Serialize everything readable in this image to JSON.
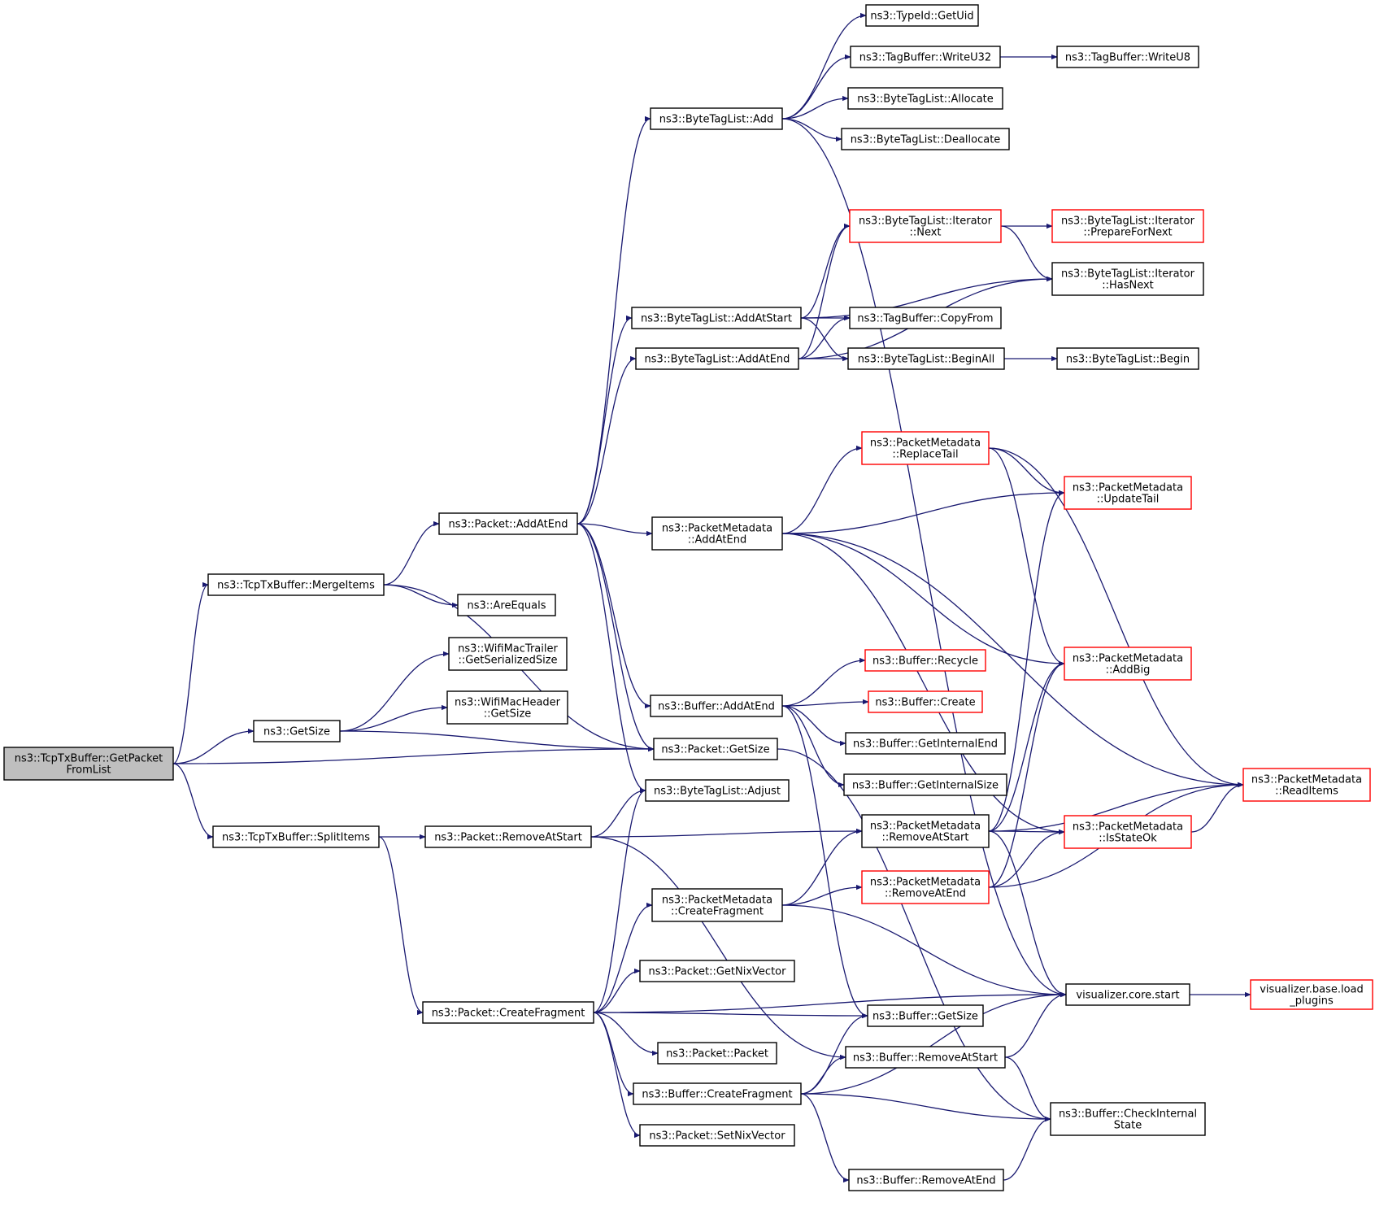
{
  "colors": {
    "edge": "#191970",
    "normal_border": "#000000",
    "truncated_border": "#ff0000",
    "root_fill": "#bfbfbf"
  },
  "nodes": [
    {
      "id": "root",
      "lines": [
        "ns3::TcpTxBuffer::GetPacket",
        "FromList"
      ],
      "style": "root"
    },
    {
      "id": "merge",
      "lines": [
        "ns3::TcpTxBuffer::MergeItems"
      ],
      "style": "normal"
    },
    {
      "id": "getsize",
      "lines": [
        "ns3::GetSize"
      ],
      "style": "normal"
    },
    {
      "id": "split",
      "lines": [
        "ns3::TcpTxBuffer::SplitItems"
      ],
      "style": "normal"
    },
    {
      "id": "pkt_addatend",
      "lines": [
        "ns3::Packet::AddAtEnd"
      ],
      "style": "normal"
    },
    {
      "id": "areequals",
      "lines": [
        "ns3::AreEquals"
      ],
      "style": "normal"
    },
    {
      "id": "trailer",
      "lines": [
        "ns3::WifiMacTrailer",
        "::GetSerializedSize"
      ],
      "style": "normal"
    },
    {
      "id": "header",
      "lines": [
        "ns3::WifiMacHeader",
        "::GetSize"
      ],
      "style": "normal"
    },
    {
      "id": "pkt_removeatstart",
      "lines": [
        "ns3::Packet::RemoveAtStart"
      ],
      "style": "normal"
    },
    {
      "id": "pkt_createfrag",
      "lines": [
        "ns3::Packet::CreateFragment"
      ],
      "style": "normal"
    },
    {
      "id": "btl_add",
      "lines": [
        "ns3::ByteTagList::Add"
      ],
      "style": "normal"
    },
    {
      "id": "btl_addatstart",
      "lines": [
        "ns3::ByteTagList::AddAtStart"
      ],
      "style": "normal"
    },
    {
      "id": "btl_addatend",
      "lines": [
        "ns3::ByteTagList::AddAtEnd"
      ],
      "style": "normal"
    },
    {
      "id": "pm_addatend",
      "lines": [
        "ns3::PacketMetadata",
        "::AddAtEnd"
      ],
      "style": "normal"
    },
    {
      "id": "buf_addatend",
      "lines": [
        "ns3::Buffer::AddAtEnd"
      ],
      "style": "normal"
    },
    {
      "id": "pkt_getsize",
      "lines": [
        "ns3::Packet::GetSize"
      ],
      "style": "normal"
    },
    {
      "id": "btl_adjust",
      "lines": [
        "ns3::ByteTagList::Adjust"
      ],
      "style": "normal"
    },
    {
      "id": "pm_createfrag",
      "lines": [
        "ns3::PacketMetadata",
        "::CreateFragment"
      ],
      "style": "normal"
    },
    {
      "id": "pkt_getnix",
      "lines": [
        "ns3::Packet::GetNixVector"
      ],
      "style": "normal"
    },
    {
      "id": "pkt_packet",
      "lines": [
        "ns3::Packet::Packet"
      ],
      "style": "normal"
    },
    {
      "id": "buf_createfrag",
      "lines": [
        "ns3::Buffer::CreateFragment"
      ],
      "style": "normal"
    },
    {
      "id": "pkt_setnix",
      "lines": [
        "ns3::Packet::SetNixVector"
      ],
      "style": "normal"
    },
    {
      "id": "typeid",
      "lines": [
        "ns3::TypeId::GetUid"
      ],
      "style": "normal"
    },
    {
      "id": "tb_write32",
      "lines": [
        "ns3::TagBuffer::WriteU32"
      ],
      "style": "normal"
    },
    {
      "id": "btl_allocate",
      "lines": [
        "ns3::ByteTagList::Allocate"
      ],
      "style": "normal"
    },
    {
      "id": "btl_deallocate",
      "lines": [
        "ns3::ByteTagList::Deallocate"
      ],
      "style": "normal"
    },
    {
      "id": "iter_next",
      "lines": [
        "ns3::ByteTagList::Iterator",
        "::Next"
      ],
      "style": "red"
    },
    {
      "id": "tb_copyfrom",
      "lines": [
        "ns3::TagBuffer::CopyFrom"
      ],
      "style": "normal"
    },
    {
      "id": "btl_beginall",
      "lines": [
        "ns3::ByteTagList::BeginAll"
      ],
      "style": "normal"
    },
    {
      "id": "pm_replacetail",
      "lines": [
        "ns3::PacketMetadata",
        "::ReplaceTail"
      ],
      "style": "red"
    },
    {
      "id": "buf_recycle",
      "lines": [
        "ns3::Buffer::Recycle"
      ],
      "style": "red"
    },
    {
      "id": "buf_create",
      "lines": [
        "ns3::Buffer::Create"
      ],
      "style": "red"
    },
    {
      "id": "buf_getintend",
      "lines": [
        "ns3::Buffer::GetInternalEnd"
      ],
      "style": "normal"
    },
    {
      "id": "buf_getintsize",
      "lines": [
        "ns3::Buffer::GetInternalSize"
      ],
      "style": "normal"
    },
    {
      "id": "pm_removeatstart",
      "lines": [
        "ns3::PacketMetadata",
        "::RemoveAtStart"
      ],
      "style": "normal"
    },
    {
      "id": "pm_removeatend",
      "lines": [
        "ns3::PacketMetadata",
        "::RemoveAtEnd"
      ],
      "style": "red"
    },
    {
      "id": "buf_getsize",
      "lines": [
        "ns3::Buffer::GetSize"
      ],
      "style": "normal"
    },
    {
      "id": "buf_removeatstart",
      "lines": [
        "ns3::Buffer::RemoveAtStart"
      ],
      "style": "normal"
    },
    {
      "id": "buf_removeatend",
      "lines": [
        "ns3::Buffer::RemoveAtEnd"
      ],
      "style": "normal"
    },
    {
      "id": "tb_write8",
      "lines": [
        "ns3::TagBuffer::WriteU8"
      ],
      "style": "normal"
    },
    {
      "id": "iter_prepare",
      "lines": [
        "ns3::ByteTagList::Iterator",
        "::PrepareForNext"
      ],
      "style": "red"
    },
    {
      "id": "iter_hasnext",
      "lines": [
        "ns3::ByteTagList::Iterator",
        "::HasNext"
      ],
      "style": "normal"
    },
    {
      "id": "btl_begin",
      "lines": [
        "ns3::ByteTagList::Begin"
      ],
      "style": "normal"
    },
    {
      "id": "pm_updatetail",
      "lines": [
        "ns3::PacketMetadata",
        "::UpdateTail"
      ],
      "style": "red"
    },
    {
      "id": "pm_addbig",
      "lines": [
        "ns3::PacketMetadata",
        "::AddBig"
      ],
      "style": "red"
    },
    {
      "id": "pm_isstateok",
      "lines": [
        "ns3::PacketMetadata",
        "::IsStateOk"
      ],
      "style": "red"
    },
    {
      "id": "vis_start",
      "lines": [
        "visualizer.core.start"
      ],
      "style": "normal"
    },
    {
      "id": "buf_checkint",
      "lines": [
        "ns3::Buffer::CheckInternal",
        "State"
      ],
      "style": "normal"
    },
    {
      "id": "pm_readitems",
      "lines": [
        "ns3::PacketMetadata",
        "::ReadItems"
      ],
      "style": "red"
    },
    {
      "id": "vis_load",
      "lines": [
        "visualizer.base.load",
        "_plugins"
      ],
      "style": "red"
    }
  ],
  "edges": [
    [
      "root",
      "merge"
    ],
    [
      "root",
      "getsize"
    ],
    [
      "root",
      "pkt_getsize"
    ],
    [
      "root",
      "split"
    ],
    [
      "merge",
      "pkt_addatend"
    ],
    [
      "merge",
      "areequals"
    ],
    [
      "merge",
      "pkt_getsize"
    ],
    [
      "getsize",
      "trailer"
    ],
    [
      "getsize",
      "header"
    ],
    [
      "getsize",
      "pkt_getsize"
    ],
    [
      "split",
      "pkt_removeatstart"
    ],
    [
      "split",
      "pkt_createfrag"
    ],
    [
      "pkt_addatend",
      "btl_add"
    ],
    [
      "pkt_addatend",
      "btl_addatstart"
    ],
    [
      "pkt_addatend",
      "btl_addatend"
    ],
    [
      "pkt_addatend",
      "pm_addatend"
    ],
    [
      "pkt_addatend",
      "buf_addatend"
    ],
    [
      "pkt_addatend",
      "pkt_getsize"
    ],
    [
      "pkt_addatend",
      "btl_adjust"
    ],
    [
      "btl_add",
      "typeid"
    ],
    [
      "btl_add",
      "tb_write32"
    ],
    [
      "btl_add",
      "btl_allocate"
    ],
    [
      "btl_add",
      "btl_deallocate"
    ],
    [
      "btl_add",
      "vis_start"
    ],
    [
      "tb_write32",
      "tb_write8"
    ],
    [
      "iter_next",
      "iter_prepare"
    ],
    [
      "iter_next",
      "iter_hasnext"
    ],
    [
      "btl_addatstart",
      "iter_next"
    ],
    [
      "btl_addatstart",
      "iter_hasnext"
    ],
    [
      "btl_addatstart",
      "tb_copyfrom"
    ],
    [
      "btl_addatstart",
      "btl_beginall"
    ],
    [
      "btl_addatend",
      "iter_next"
    ],
    [
      "btl_addatend",
      "tb_copyfrom"
    ],
    [
      "btl_addatend",
      "btl_beginall"
    ],
    [
      "btl_addatend",
      "iter_hasnext"
    ],
    [
      "btl_beginall",
      "btl_begin"
    ],
    [
      "pm_replacetail",
      "pm_updatetail"
    ],
    [
      "pm_replacetail",
      "pm_readitems"
    ],
    [
      "pm_replacetail",
      "pm_addbig"
    ],
    [
      "pm_addatend",
      "pm_replacetail"
    ],
    [
      "pm_addatend",
      "pm_updatetail"
    ],
    [
      "pm_addatend",
      "pm_addbig"
    ],
    [
      "pm_addatend",
      "pm_isstateok"
    ],
    [
      "pm_addatend",
      "pm_readitems"
    ],
    [
      "buf_addatend",
      "buf_recycle"
    ],
    [
      "buf_addatend",
      "buf_create"
    ],
    [
      "buf_addatend",
      "buf_getintend"
    ],
    [
      "buf_addatend",
      "buf_getintsize"
    ],
    [
      "buf_addatend",
      "buf_getsize"
    ],
    [
      "pkt_getsize",
      "buf_checkint"
    ],
    [
      "pkt_removeatstart",
      "btl_adjust"
    ],
    [
      "pkt_removeatstart",
      "pm_removeatstart"
    ],
    [
      "pkt_removeatstart",
      "buf_removeatstart"
    ],
    [
      "pm_removeatstart",
      "pm_updatetail"
    ],
    [
      "pm_removeatstart",
      "pm_addbig"
    ],
    [
      "pm_removeatstart",
      "pm_isstateok"
    ],
    [
      "pm_removeatstart",
      "pm_readitems"
    ],
    [
      "pm_removeatstart",
      "vis_start"
    ],
    [
      "pm_removeatend",
      "pm_addbig"
    ],
    [
      "pm_removeatend",
      "pm_isstateok"
    ],
    [
      "pm_removeatend",
      "pm_readitems"
    ],
    [
      "pm_isstateok",
      "pm_readitems"
    ],
    [
      "pm_createfrag",
      "pm_removeatstart"
    ],
    [
      "pm_createfrag",
      "pm_removeatend"
    ],
    [
      "pm_createfrag",
      "vis_start"
    ],
    [
      "pkt_createfrag",
      "btl_adjust"
    ],
    [
      "pkt_createfrag",
      "pm_createfrag"
    ],
    [
      "pkt_createfrag",
      "pkt_getnix"
    ],
    [
      "pkt_createfrag",
      "buf_getsize"
    ],
    [
      "pkt_createfrag",
      "pkt_packet"
    ],
    [
      "pkt_createfrag",
      "buf_createfrag"
    ],
    [
      "pkt_createfrag",
      "pkt_setnix"
    ],
    [
      "pkt_createfrag",
      "vis_start"
    ],
    [
      "buf_createfrag",
      "buf_getsize"
    ],
    [
      "buf_createfrag",
      "buf_removeatstart"
    ],
    [
      "buf_createfrag",
      "vis_start"
    ],
    [
      "buf_createfrag",
      "buf_removeatend"
    ],
    [
      "buf_createfrag",
      "buf_checkint"
    ],
    [
      "buf_removeatstart",
      "vis_start"
    ],
    [
      "buf_removeatstart",
      "buf_checkint"
    ],
    [
      "buf_removeatend",
      "buf_checkint"
    ],
    [
      "vis_start",
      "vis_load"
    ]
  ]
}
